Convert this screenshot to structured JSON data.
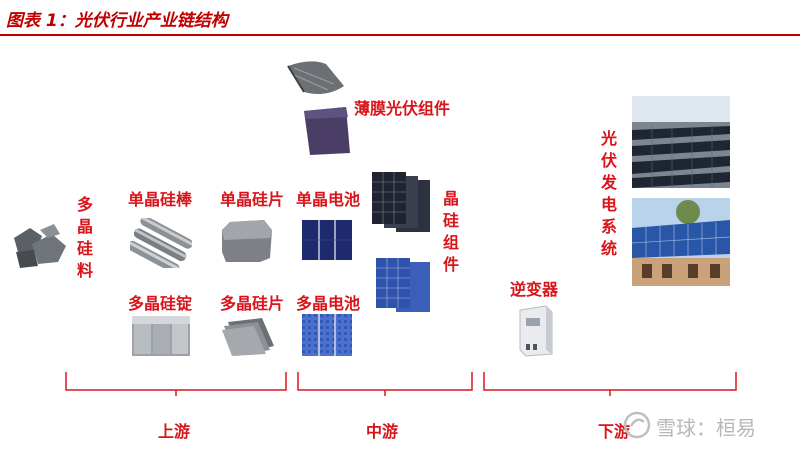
{
  "title": "图表 1：光伏行业产业链结构",
  "labels": {
    "thin_film": "薄膜光伏组件",
    "silicon_material": "多晶硅料",
    "mono_ingot": "单晶硅棒",
    "mono_wafer": "单晶硅片",
    "mono_cell": "单晶电池",
    "multi_ingot": "多晶硅锭",
    "multi_wafer": "多晶硅片",
    "multi_cell": "多晶电池",
    "crystal_module": "晶硅组件",
    "inverter": "逆变器",
    "pv_system": "光伏发电系统"
  },
  "stages": {
    "upstream": "上游",
    "midstream": "中游",
    "downstream": "下游"
  },
  "watermark": "雪球：桓易",
  "colors": {
    "accent": "#d9151b",
    "title": "#c00000"
  }
}
